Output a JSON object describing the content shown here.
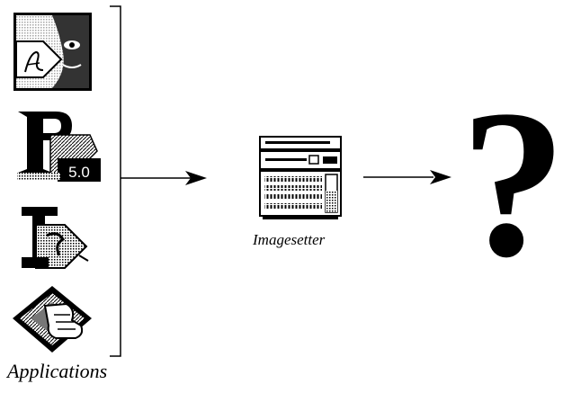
{
  "labels": {
    "applications": "Applications",
    "imagesetter": "Imagesetter",
    "question": "?"
  },
  "icons": {
    "applications": [
      "illustrator-app-icon",
      "pagemaker-5-app-icon",
      "freehand-app-icon",
      "photoshop-app-icon"
    ],
    "pagemaker_version": "5.0",
    "device": "imagesetter-icon"
  },
  "colors": {
    "ink": "#000000",
    "paper": "#ffffff"
  }
}
